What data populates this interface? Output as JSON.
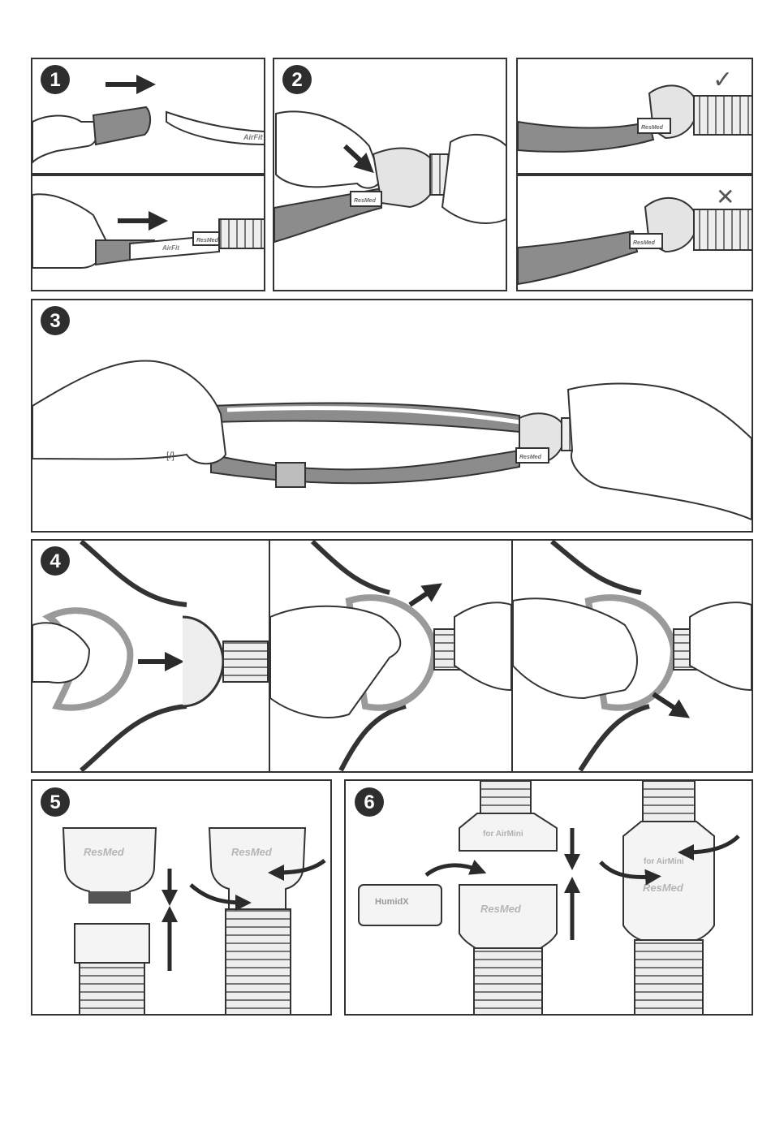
{
  "steps": {
    "s1": "1",
    "s2": "2",
    "s3": "3",
    "s4": "4",
    "s5": "5",
    "s6": "6"
  },
  "checks": {
    "correct": "✓",
    "incorrect": "✕"
  },
  "clip_labels": {
    "step1_strap": "AirFit",
    "step1b_strap": "AirFit",
    "step1b_clip": "ResMed",
    "step2_clip": "ResMed",
    "check_top_clip": "ResMed",
    "check_bottom_clip": "ResMed",
    "step3_clip": "ResMed",
    "step3_finger": "[/]"
  },
  "step5": {
    "cap_brand": "ResMed",
    "connector_brand": "ResMed"
  },
  "step6": {
    "humidx_label": "HumidX",
    "adapter_label": "for AirMini",
    "base_brand": "ResMed",
    "assembled_label": "for AirMini",
    "assembled_brand": "ResMed"
  },
  "colors": {
    "strap": "#8c8c8c",
    "outline": "#333333",
    "skin": "#ffffff",
    "cushion_edge": "#9a9a9a",
    "arrow": "#2b2b2b",
    "badge": "#2e2e2e"
  }
}
